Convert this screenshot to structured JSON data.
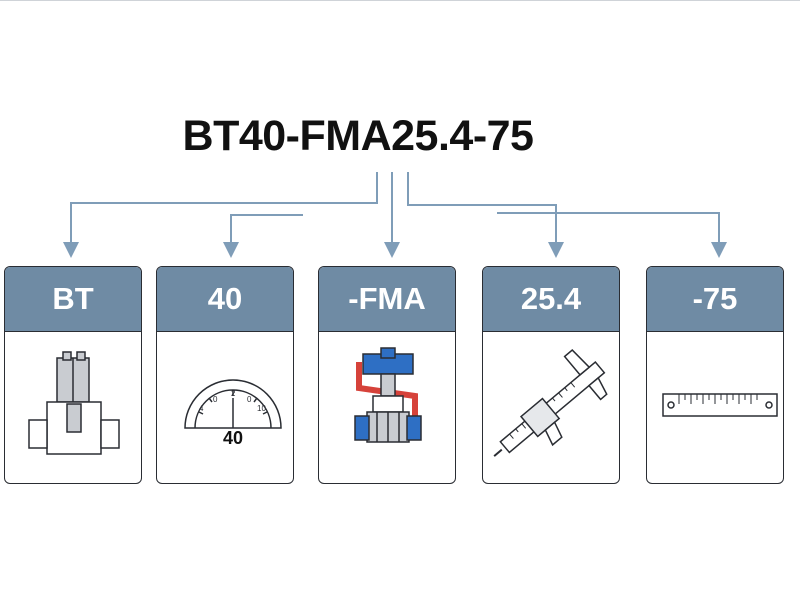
{
  "title": "BT40-FMA25.4-75",
  "segments": [
    {
      "label": "BT",
      "icon": "taper-holder-icon"
    },
    {
      "label": "40",
      "icon": "gauge-dial-icon",
      "dial_value": "40",
      "dial_ticks": [
        "4",
        "0",
        "2",
        "0",
        "10"
      ]
    },
    {
      "label": "-FMA",
      "icon": "face-mill-arbor-icon"
    },
    {
      "label": "25.4",
      "icon": "caliper-icon"
    },
    {
      "label": "-75",
      "icon": "ruler-icon"
    }
  ],
  "colors": {
    "header": "#6f8ba4",
    "connector": "#7f9db8",
    "outline": "#2a2d33",
    "accent_blue": "#2e6fc4",
    "accent_red": "#d6423a"
  }
}
